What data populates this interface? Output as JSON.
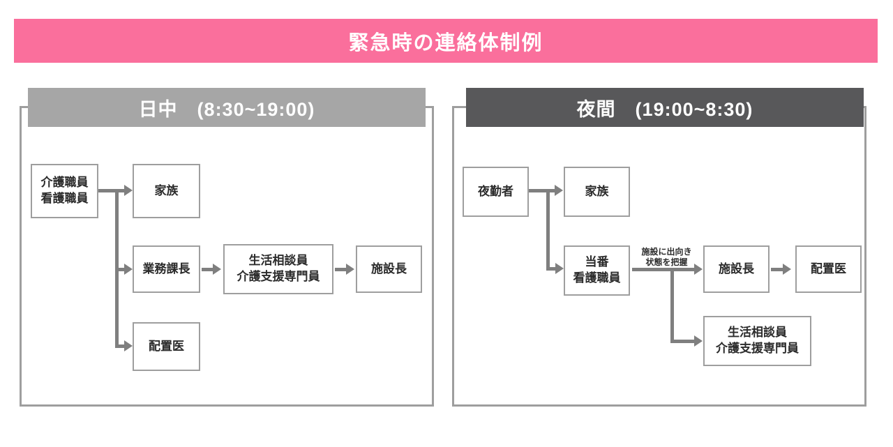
{
  "title": {
    "text": "緊急時の連絡体制例",
    "background": "#fa6f9c",
    "text_color": "#ffffff"
  },
  "panels": [
    {
      "id": "day",
      "header": "日中　(8:30~19:00)",
      "header_background": "#a6a6a6",
      "nodes": [
        {
          "id": "staff",
          "label": "介護職員\n看護職員"
        },
        {
          "id": "family",
          "label": "家族"
        },
        {
          "id": "gyomu",
          "label": "業務課長"
        },
        {
          "id": "soudan",
          "label": "生活相談員\n介護支援専門員"
        },
        {
          "id": "shisetsu",
          "label": "施設長"
        },
        {
          "id": "haichii",
          "label": "配置医"
        }
      ]
    },
    {
      "id": "night",
      "header": "夜間　(19:00~8:30)",
      "header_background": "#58585a",
      "nodes": [
        {
          "id": "yakin",
          "label": "夜勤者"
        },
        {
          "id": "family",
          "label": "家族"
        },
        {
          "id": "touban",
          "label": "当番\n看護職員"
        },
        {
          "id": "shisetsu",
          "label": "施設長"
        },
        {
          "id": "haichii",
          "label": "配置医"
        },
        {
          "id": "soudan",
          "label": "生活相談員\n介護支援専門員"
        }
      ],
      "annotations": [
        {
          "id": "visit-note",
          "text": "施設に出向き\n状態を把握"
        }
      ]
    }
  ],
  "colors": {
    "connector": "#7f7f7f",
    "box_border": "#9e9e9e",
    "panel_border": "#9e9e9e",
    "text": "#2b2b2b"
  }
}
